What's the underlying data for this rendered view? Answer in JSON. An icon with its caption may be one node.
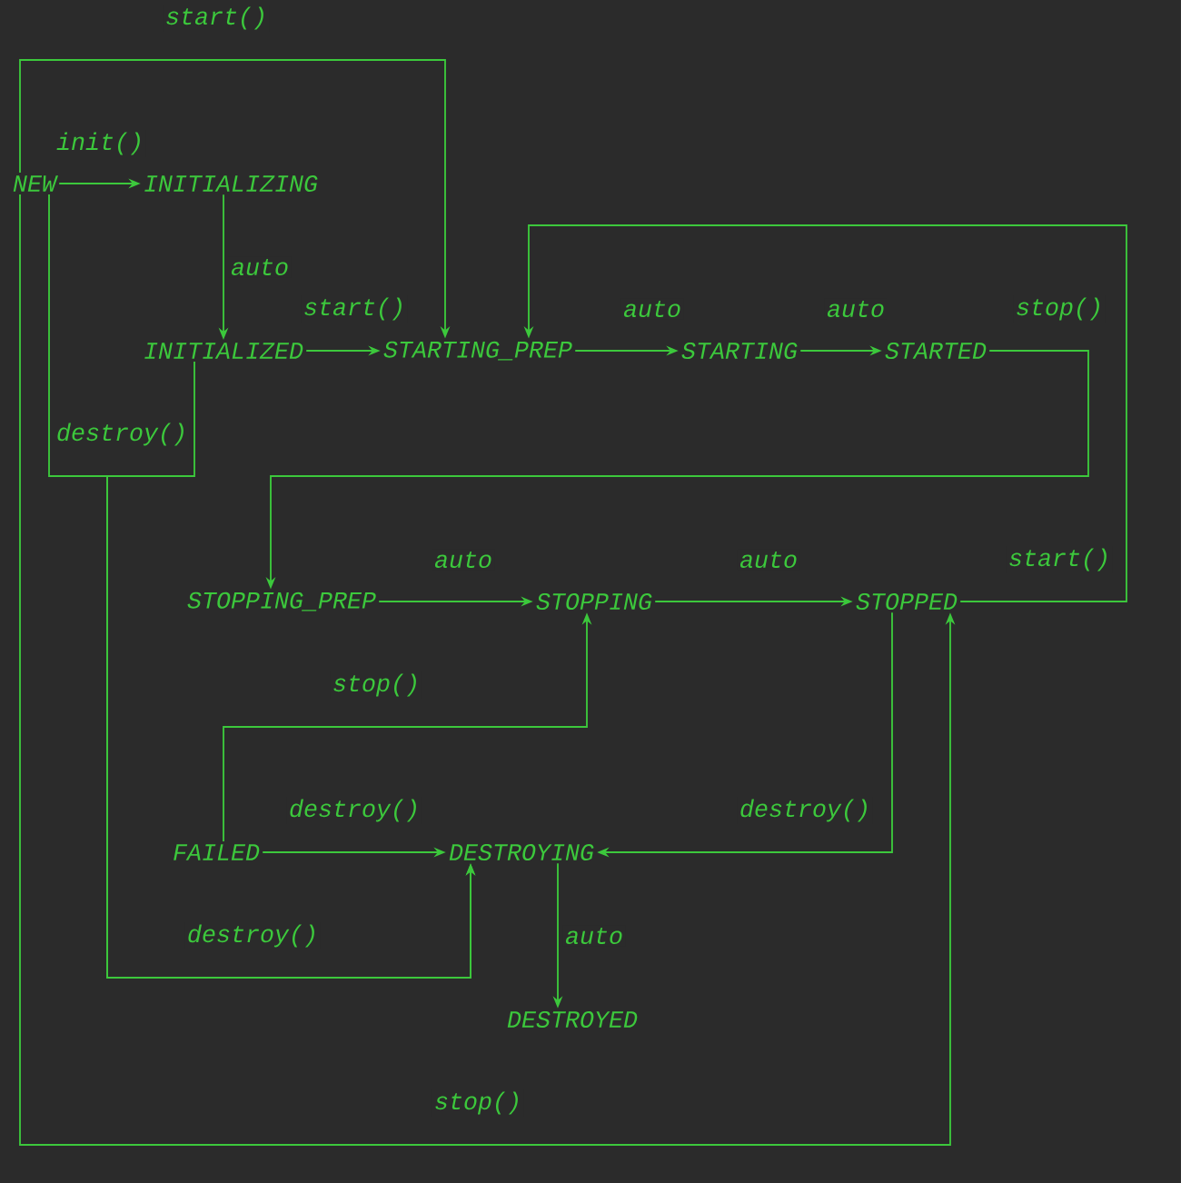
{
  "diagram": {
    "nodes": [
      {
        "text": [
          "NEW"
        ]
      },
      {
        "text": [
          "INITIALIZING"
        ]
      },
      {
        "text": [
          "INITIALIZED"
        ]
      },
      {
        "text": [
          "STARTING_PREP"
        ]
      },
      {
        "text": [
          "STARTING"
        ]
      },
      {
        "text": [
          "STARTED"
        ]
      },
      {
        "text": [
          "STOPPING_PREP"
        ]
      },
      {
        "text": [
          "STOPPING"
        ]
      },
      {
        "text": [
          "STOPPED"
        ]
      },
      {
        "text": [
          "FAILED"
        ]
      },
      {
        "text": [
          "DESTROYING"
        ]
      },
      {
        "text": [
          "DESTROYED"
        ]
      }
    ],
    "edges": [
      {
        "from": 0,
        "to": 1,
        "arrow": "to",
        "label": "init()"
      },
      {
        "from": 0,
        "to": 3,
        "arrow": "to",
        "label": "start()"
      },
      {
        "from": 1,
        "to": 2,
        "arrow": "to",
        "label": "auto"
      },
      {
        "from": 2,
        "to": 3,
        "arrow": "to",
        "label": "start()"
      },
      {
        "from": 3,
        "to": 4,
        "arrow": "to",
        "label": "auto"
      },
      {
        "from": 4,
        "to": 5,
        "arrow": "to",
        "label": "auto"
      },
      {
        "from": 5,
        "to": 6,
        "arrow": "to",
        "label": "stop()"
      },
      {
        "from": 6,
        "to": 7,
        "arrow": "to",
        "label": "auto"
      },
      {
        "from": 7,
        "to": 8,
        "arrow": "to",
        "label": "auto"
      },
      {
        "from": 8,
        "to": 3,
        "arrow": "to",
        "label": "start()"
      },
      {
        "from": 8,
        "to": 10,
        "arrow": "to",
        "label": "destroy()"
      },
      {
        "from": 10,
        "to": 11,
        "arrow": "to",
        "label": "auto"
      },
      {
        "from": 9,
        "to": 7,
        "arrow": "to",
        "label": "stop()"
      },
      {
        "from": 9,
        "to": 10,
        "arrow": "to",
        "label": "destroy()"
      },
      {
        "from": 0,
        "to": 10,
        "arrow": "to",
        "label": "destroy()"
      },
      {
        "from": 2,
        "to": 10,
        "arrow": "to",
        "label": "destroy()"
      },
      {
        "from": 0,
        "to": 8,
        "arrow": "to",
        "label": "stop()"
      }
    ]
  }
}
